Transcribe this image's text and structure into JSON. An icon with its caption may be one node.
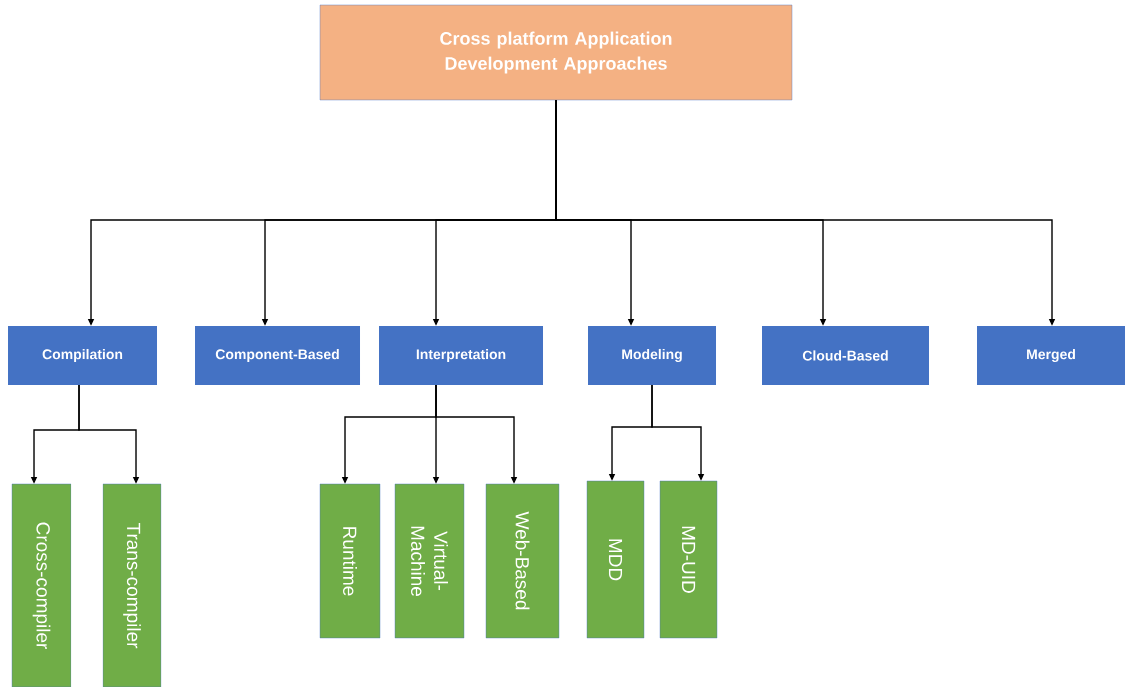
{
  "diagram": {
    "nodes": [
      {
        "text": [
          "Cross platform Application Development Approaches"
        ]
      },
      {
        "text": [
          "Compilation"
        ]
      },
      {
        "text": [
          "Component-Based"
        ]
      },
      {
        "text": [
          "Interpretation"
        ]
      },
      {
        "text": [
          "Modeling"
        ]
      },
      {
        "text": [
          "Cloud-Based"
        ]
      },
      {
        "text": [
          "Merged"
        ]
      },
      {
        "text": [
          "Cross-compiler"
        ]
      },
      {
        "text": [
          "Trans-compiler"
        ]
      },
      {
        "text": [
          "Runtime"
        ]
      },
      {
        "text": [
          "Virtual-Machine"
        ]
      },
      {
        "text": [
          "Web-Based"
        ]
      },
      {
        "text": [
          "MDD"
        ]
      },
      {
        "text": [
          "MD-UID"
        ]
      }
    ],
    "edges": [
      {
        "from": 0,
        "to": 1,
        "arrow": "to"
      },
      {
        "from": 0,
        "to": 2,
        "arrow": "to"
      },
      {
        "from": 0,
        "to": 3,
        "arrow": "to"
      },
      {
        "from": 0,
        "to": 4,
        "arrow": "to"
      },
      {
        "from": 0,
        "to": 5,
        "arrow": "to"
      },
      {
        "from": 0,
        "to": 6,
        "arrow": "to"
      },
      {
        "from": 1,
        "to": 7,
        "arrow": "to"
      },
      {
        "from": 1,
        "to": 8,
        "arrow": "to"
      },
      {
        "from": 3,
        "to": 9,
        "arrow": "to"
      },
      {
        "from": 3,
        "to": 10,
        "arrow": "to"
      },
      {
        "from": 3,
        "to": 11,
        "arrow": "to"
      },
      {
        "from": 4,
        "to": 12,
        "arrow": "to"
      },
      {
        "from": 4,
        "to": 13,
        "arrow": "to"
      }
    ]
  }
}
